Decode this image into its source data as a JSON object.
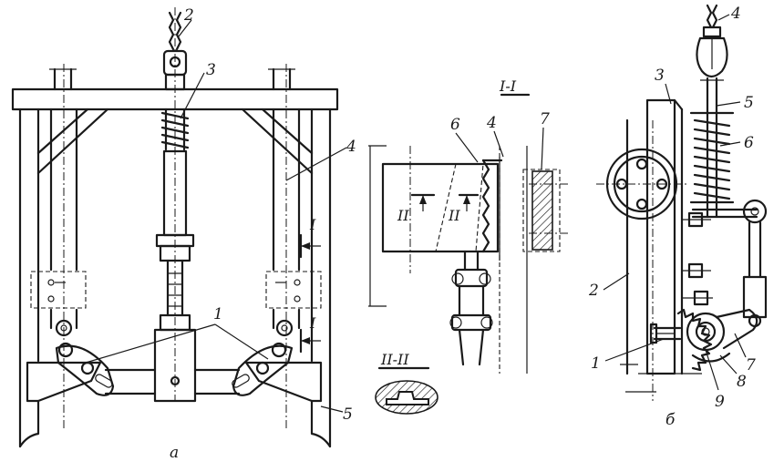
{
  "labels_a": [
    "1",
    "2",
    "3",
    "4",
    "5"
  ],
  "labels_section": [
    "6",
    "4",
    "7"
  ],
  "labels_b": [
    "1",
    "2",
    "3",
    "4",
    "5",
    "6",
    "7",
    "8",
    "9"
  ],
  "section_marks": {
    "cut_I": "I",
    "cut_II": "II",
    "section_I_title": "I-I",
    "section_II_title": "II-II"
  },
  "view_letters": {
    "a": "а",
    "b": "б"
  }
}
